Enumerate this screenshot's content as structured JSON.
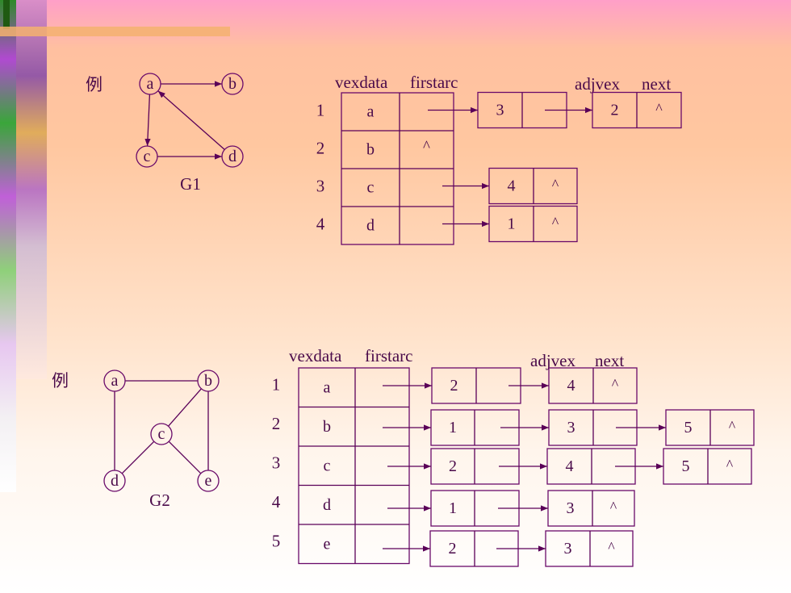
{
  "colors": {
    "line": "#5a0058",
    "text": "#4a0a4a"
  },
  "g1": {
    "example_label": "例",
    "caption": "G1",
    "nodes": [
      "a",
      "b",
      "c",
      "d"
    ],
    "edges": [
      [
        "a",
        "b"
      ],
      [
        "a",
        "c"
      ],
      [
        "c",
        "d"
      ],
      [
        "d",
        "a"
      ]
    ],
    "table": {
      "header_vexdata": "vexdata",
      "header_firstarc": "firstarc",
      "header_adjvex": "adjvex",
      "header_next": "next",
      "rows": [
        {
          "index": "1",
          "vex": "a",
          "first": "",
          "arcs": [
            {
              "adj": "3",
              "next": ""
            },
            {
              "adj": "2",
              "next": "^"
            }
          ]
        },
        {
          "index": "2",
          "vex": "b",
          "first": "^",
          "arcs": []
        },
        {
          "index": "3",
          "vex": "c",
          "first": "",
          "arcs": [
            {
              "adj": "4",
              "next": "^"
            }
          ]
        },
        {
          "index": "4",
          "vex": "d",
          "first": "",
          "arcs": [
            {
              "adj": "1",
              "next": "^"
            }
          ]
        }
      ]
    }
  },
  "g2": {
    "example_label": "例",
    "caption": "G2",
    "nodes": [
      "a",
      "b",
      "c",
      "d",
      "e"
    ],
    "edges": [
      [
        "a",
        "b"
      ],
      [
        "a",
        "d"
      ],
      [
        "b",
        "c"
      ],
      [
        "b",
        "e"
      ],
      [
        "c",
        "d"
      ],
      [
        "c",
        "e"
      ]
    ],
    "table": {
      "header_vexdata": "vexdata",
      "header_firstarc": "firstarc",
      "header_adjvex": "adjvex",
      "header_next": "next",
      "rows": [
        {
          "index": "1",
          "vex": "a",
          "arcs": [
            {
              "adj": "2",
              "next": ""
            },
            {
              "adj": "4",
              "next": "^"
            }
          ]
        },
        {
          "index": "2",
          "vex": "b",
          "arcs": [
            {
              "adj": "1",
              "next": ""
            },
            {
              "adj": "3",
              "next": ""
            },
            {
              "adj": "5",
              "next": "^"
            }
          ]
        },
        {
          "index": "3",
          "vex": "c",
          "arcs": [
            {
              "adj": "2",
              "next": ""
            },
            {
              "adj": "4",
              "next": ""
            },
            {
              "adj": "5",
              "next": "^"
            }
          ]
        },
        {
          "index": "4",
          "vex": "d",
          "arcs": [
            {
              "adj": "1",
              "next": ""
            },
            {
              "adj": "3",
              "next": "^"
            }
          ]
        },
        {
          "index": "5",
          "vex": "e",
          "arcs": [
            {
              "adj": "2",
              "next": ""
            },
            {
              "adj": "3",
              "next": "^"
            }
          ]
        }
      ]
    }
  }
}
